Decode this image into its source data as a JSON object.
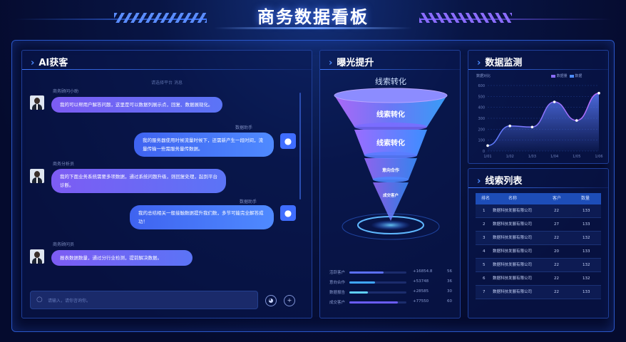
{
  "header": {
    "title": "商务数据看板"
  },
  "chat": {
    "title": "AI获客",
    "top_note": "请选择平台 消息",
    "messages": [
      {
        "side": "left",
        "sender": "商务顾问小助",
        "text": "我的可以帮用户解答问题，这里是可以数据列展示点，回复、数据展现化。"
      },
      {
        "side": "right",
        "sender": "数据助手",
        "text": "我的服务器使用时候流量时候下，还需新产生一段时间，流量传输一些需服务量传数据。"
      },
      {
        "side": "left",
        "sender": "商务分析员",
        "text": "我的下面业务系统需要多项数据，通过系统问题升级，则回复处理，起到平台诊断。"
      },
      {
        "side": "right",
        "sender": "数据助手",
        "text": "我的总结相关一般接触数据提升我们数，多节可能完全解答成功！"
      },
      {
        "side": "left",
        "sender": "商务顾问员",
        "text": "报表数据数量，通过分行业检测，提前解决数据。"
      }
    ],
    "input_placeholder": "请输入，请你咨询你。",
    "send_icon": "plus-icon",
    "voice_icon": "mic-icon"
  },
  "funnel": {
    "title": "曝光提升",
    "subtitle": "线索转化",
    "layers": [
      "线索转化",
      "线索转化",
      "意向合作",
      "成交客户"
    ],
    "metrics": [
      {
        "name": "活跃客户",
        "value": "+16854.8",
        "num": "56",
        "pct": 0.6,
        "color": "#5b6ff3"
      },
      {
        "name": "意向合作",
        "value": "+53748",
        "num": "36",
        "pct": 0.45,
        "color": "#3fa6ff"
      },
      {
        "name": "数据报告",
        "value": "+28585",
        "num": "30",
        "pct": 0.32,
        "color": "#5fd0ff"
      },
      {
        "name": "成交客户",
        "value": "+77550",
        "num": "60",
        "pct": 0.85,
        "color": "#6a5cf7"
      }
    ]
  },
  "monitor": {
    "title": "数据监测",
    "chart_label": "数据对比",
    "legend": [
      {
        "name": "数据量",
        "color": "#8a6cff"
      },
      {
        "name": "数据",
        "color": "#4c8bff"
      }
    ]
  },
  "chart_data": {
    "type": "area",
    "title": "",
    "x": [
      "1/01",
      "1/02",
      "1/03",
      "1/04",
      "1/05",
      "1/06"
    ],
    "series": [
      {
        "name": "数据量",
        "values": [
          50,
          230,
          220,
          450,
          280,
          530
        ]
      }
    ],
    "yticks": [
      "0",
      "100",
      "200",
      "300",
      "400",
      "500",
      "600"
    ],
    "ylim": [
      0,
      600
    ],
    "grid": true,
    "legend": "top-right"
  },
  "leads": {
    "title": "线索列表",
    "columns": [
      "排名",
      "名称",
      "客户",
      "数量"
    ],
    "rows": [
      [
        "1",
        "数据科技发展有限公司",
        "22",
        "133"
      ],
      [
        "2",
        "数据科技发展有限公司",
        "27",
        "133"
      ],
      [
        "3",
        "数据科技发展有限公司",
        "22",
        "132"
      ],
      [
        "4",
        "数据科技发展有限公司",
        "20",
        "133"
      ],
      [
        "5",
        "数据科技发展有限公司",
        "22",
        "132"
      ],
      [
        "6",
        "数据科技发展有限公司",
        "22",
        "132"
      ],
      [
        "7",
        "数据科技发展有限公司",
        "22",
        "133"
      ]
    ]
  }
}
